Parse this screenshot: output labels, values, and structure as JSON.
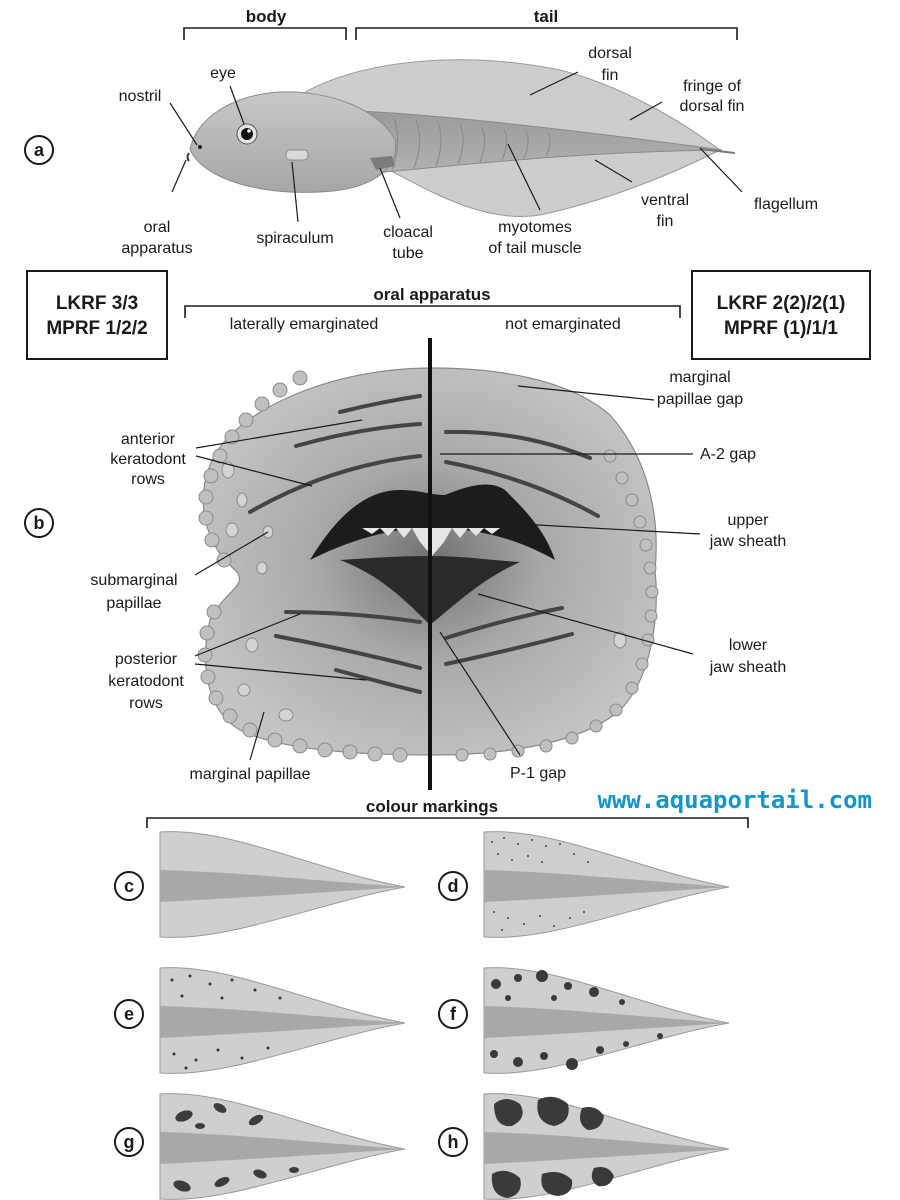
{
  "panels": {
    "a": {
      "letter": "a",
      "header_body": "body",
      "header_tail": "tail",
      "labels": {
        "eye": "eye",
        "nostril": "nostril",
        "oral_1": "oral",
        "oral_2": "apparatus",
        "spiraculum": "spiraculum",
        "cloacal_1": "cloacal",
        "cloacal_2": "tube",
        "myotomes_1": "myotomes",
        "myotomes_2": "of tail muscle",
        "dorsal_1": "dorsal",
        "dorsal_2": "fin",
        "fringe_1": "fringe of",
        "fringe_2": "dorsal fin",
        "ventral_1": "ventral",
        "ventral_2": "fin",
        "flagellum": "flagellum"
      }
    },
    "b": {
      "letter": "b",
      "header": "oral apparatus",
      "left_sub": "laterally emarginated",
      "right_sub": "not emarginated",
      "left_box_1": "LKRF 3/3",
      "left_box_2": "MPRF 1/2/2",
      "right_box_1": "LKRF 2(2)/2(1)",
      "right_box_2": "MPRF (1)/1/1",
      "labels": {
        "anterior_1": "anterior",
        "anterior_2": "keratodont",
        "anterior_3": "rows",
        "submarginal_1": "submarginal",
        "submarginal_2": "papillae",
        "posterior_1": "posterior",
        "posterior_2": "keratodont",
        "posterior_3": "rows",
        "marginal": "marginal papillae",
        "mpgap_1": "marginal",
        "mpgap_2": "papillae gap",
        "a2gap": "A-2 gap",
        "upper_1": "upper",
        "upper_2": "jaw sheath",
        "lower_1": "lower",
        "lower_2": "jaw sheath",
        "p1gap": "P-1 gap"
      }
    },
    "colour": {
      "header": "colour markings",
      "letters": [
        "c",
        "d",
        "e",
        "f",
        "g",
        "h"
      ]
    }
  },
  "watermark": "www.aquaportail.com",
  "colors": {
    "tissue": "#bdbdbd",
    "tissue_dark": "#9c9c9c",
    "fin": "#cfcfcf",
    "mouth": "#1c1c1c",
    "watermark": "#1496c8"
  }
}
